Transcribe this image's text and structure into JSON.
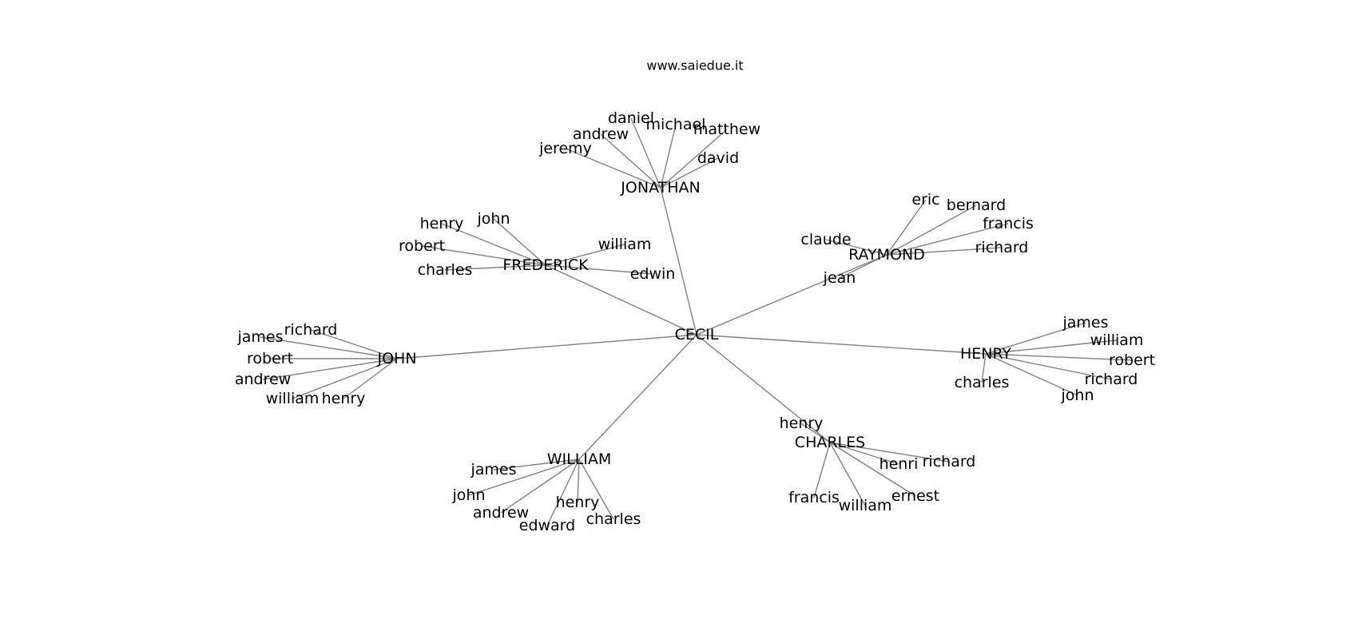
{
  "watermark": "www.saiedue.it",
  "diagram": {
    "type": "radial-name-tree",
    "root": {
      "label": "CECIL",
      "children": [
        {
          "label": "JONATHAN",
          "children": [
            "jeremy",
            "andrew",
            "daniel",
            "michael",
            "matthew",
            "david"
          ]
        },
        {
          "label": "FREDERICK",
          "children": [
            "henry",
            "john",
            "robert",
            "charles",
            "william",
            "edwin"
          ]
        },
        {
          "label": "RAYMOND",
          "children": [
            "eric",
            "bernard",
            "claude",
            "francis",
            "richard",
            "jean"
          ]
        },
        {
          "label": "JOHN",
          "children": [
            "richard",
            "james",
            "robert",
            "andrew",
            "william",
            "henry"
          ]
        },
        {
          "label": "HENRY",
          "children": [
            "james",
            "william",
            "robert",
            "richard",
            "john",
            "charles"
          ]
        },
        {
          "label": "WILLIAM",
          "children": [
            "james",
            "john",
            "andrew",
            "edward",
            "henry",
            "charles"
          ]
        },
        {
          "label": "CHARLES",
          "children": [
            "henry",
            "henri",
            "richard",
            "francis",
            "william",
            "ernest"
          ]
        }
      ]
    }
  }
}
